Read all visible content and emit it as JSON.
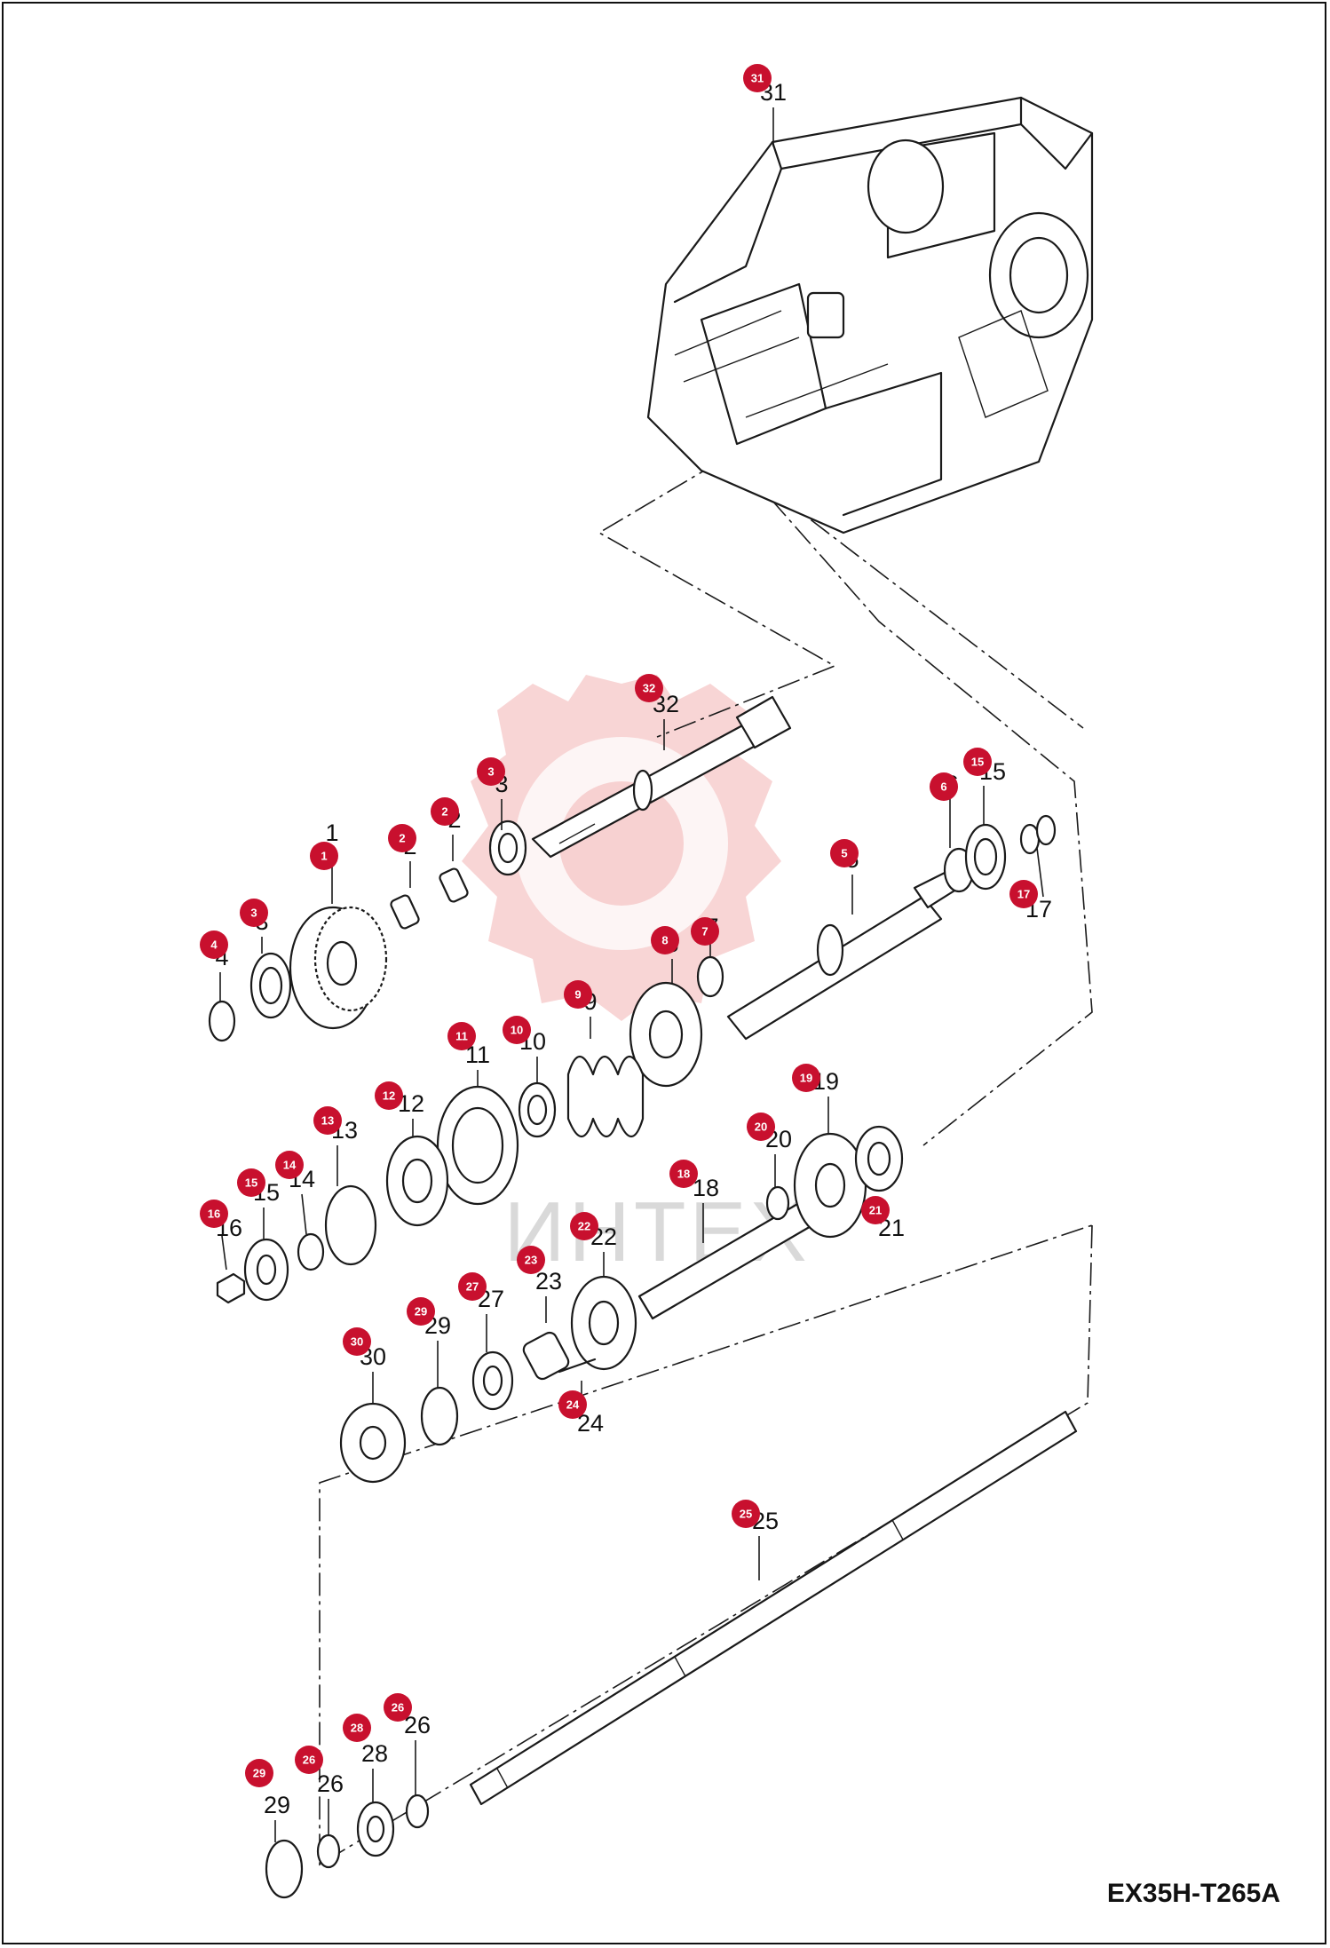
{
  "diagram_code": "EX35H-T265A",
  "watermark_text": "ИНТЕХ",
  "colors": {
    "badge": "#c8102e",
    "watermark": "#f3b2b2",
    "line": "#1a1a1a"
  },
  "callouts": [
    {
      "id": "c31",
      "n": "31"
    },
    {
      "id": "c32",
      "n": "32"
    },
    {
      "id": "c3a",
      "n": "3"
    },
    {
      "id": "c2a",
      "n": "2"
    },
    {
      "id": "c2b",
      "n": "2"
    },
    {
      "id": "c1",
      "n": "1"
    },
    {
      "id": "c3b",
      "n": "3"
    },
    {
      "id": "c4",
      "n": "4"
    },
    {
      "id": "c6",
      "n": "6"
    },
    {
      "id": "c15a",
      "n": "15"
    },
    {
      "id": "c5",
      "n": "5"
    },
    {
      "id": "c17",
      "n": "17"
    },
    {
      "id": "c7",
      "n": "7"
    },
    {
      "id": "c8",
      "n": "8"
    },
    {
      "id": "c9",
      "n": "9"
    },
    {
      "id": "c10",
      "n": "10"
    },
    {
      "id": "c11",
      "n": "11"
    },
    {
      "id": "c12",
      "n": "12"
    },
    {
      "id": "c13",
      "n": "13"
    },
    {
      "id": "c14",
      "n": "14"
    },
    {
      "id": "c15b",
      "n": "15"
    },
    {
      "id": "c16",
      "n": "16"
    },
    {
      "id": "c19",
      "n": "19"
    },
    {
      "id": "c20",
      "n": "20"
    },
    {
      "id": "c21",
      "n": "21"
    },
    {
      "id": "c18",
      "n": "18"
    },
    {
      "id": "c22",
      "n": "22"
    },
    {
      "id": "c23",
      "n": "23"
    },
    {
      "id": "c24",
      "n": "24"
    },
    {
      "id": "c27",
      "n": "27"
    },
    {
      "id": "c29a",
      "n": "29"
    },
    {
      "id": "c30",
      "n": "30"
    },
    {
      "id": "c25",
      "n": "25"
    },
    {
      "id": "c26a",
      "n": "26"
    },
    {
      "id": "c28",
      "n": "28"
    },
    {
      "id": "c26b",
      "n": "26"
    },
    {
      "id": "c29b",
      "n": "29"
    }
  ]
}
